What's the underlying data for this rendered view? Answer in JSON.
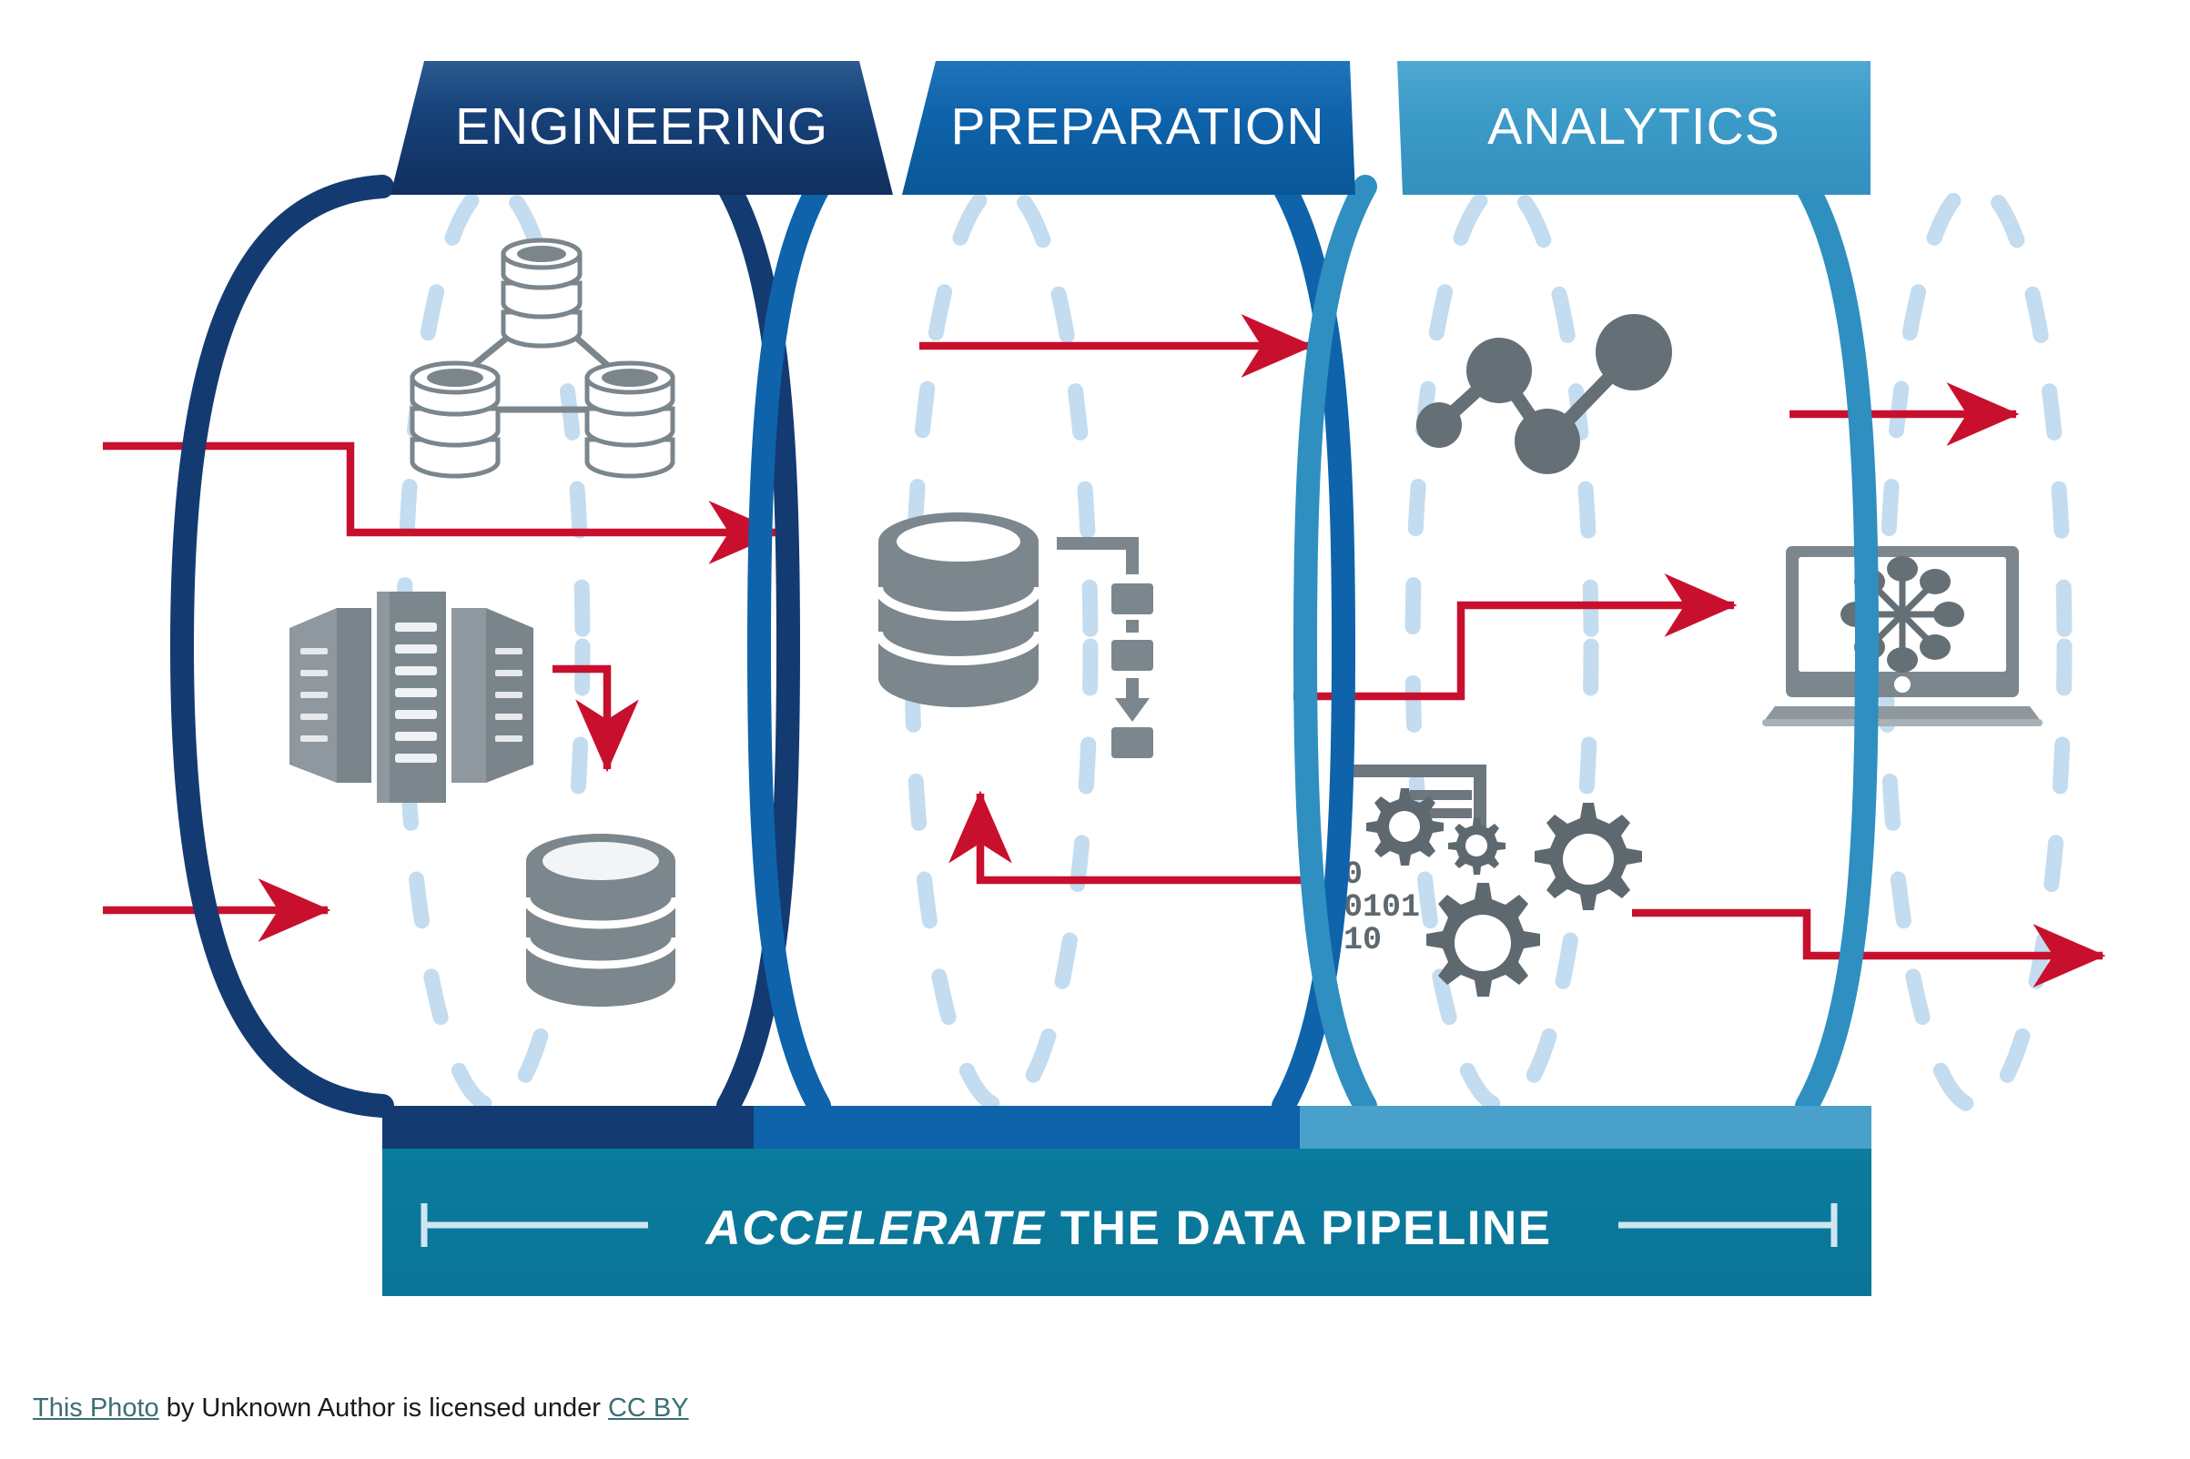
{
  "figure": {
    "title": "Accelerate the Data Pipeline",
    "banner_text_emphasis": "ACCELERATE",
    "banner_text_rest": " THE DATA PIPELINE"
  },
  "stages": [
    {
      "id": "engineering",
      "label": "ENGINEERING",
      "color": "#123f73",
      "cylinder_color": "#143a72",
      "icons": [
        {
          "name": "distributed-database-icon",
          "label": "Distributed databases"
        },
        {
          "name": "server-rack-icon",
          "label": "Server racks"
        },
        {
          "name": "database-cylinder-icon",
          "label": "Database"
        }
      ]
    },
    {
      "id": "preparation",
      "label": "PREPARATION",
      "color": "#0e63ab",
      "cylinder_color": "#0e63ab",
      "icons": [
        {
          "name": "database-workflow-icon",
          "label": "Database with processing workflow"
        }
      ]
    },
    {
      "id": "analytics",
      "label": "ANALYTICS",
      "color": "#3d9cc9",
      "cylinder_color": "#2e8fc0",
      "icons": [
        {
          "name": "network-graph-icon",
          "label": "Network graph"
        },
        {
          "name": "gears-binary-icon",
          "label": "Gears with binary code"
        },
        {
          "name": "laptop-network-icon",
          "label": "Laptop showing hub network"
        }
      ]
    }
  ],
  "colors": {
    "engineering": "#123f73",
    "preparation": "#0e63ab",
    "analytics": "#3d9cc9",
    "banner": "#0b7a9b",
    "arrow_red": "#c8102e",
    "icon_gray": "#6f7b82",
    "dashed_blue": "#bcd8ee",
    "link_teal": "#3c6e74"
  },
  "flow_arrows": [
    {
      "name": "arrow-input-top",
      "desc": "external input entering engineering, steps down then exits right into preparation"
    },
    {
      "name": "arrow-input-bottom",
      "desc": "external input entering engineering at lower level"
    },
    {
      "name": "arrow-engineering-to-storage",
      "desc": "downward arrow from rack row into database"
    },
    {
      "name": "arrow-preparation-to-analytics",
      "desc": "horizontal arrow crossing into analytics"
    },
    {
      "name": "arrow-analytics-up",
      "desc": "upward arrow feeding preparation stage"
    },
    {
      "name": "arrow-analytics-to-laptop",
      "desc": "stepped arrow into laptop visualization"
    },
    {
      "name": "arrow-output-top",
      "desc": "output arrow exiting right"
    },
    {
      "name": "arrow-output-bottom",
      "desc": "stepped output arrow exiting right"
    }
  ],
  "footer": {
    "link_1": "This Photo",
    "middle": " by Unknown Author is licensed under ",
    "link_2": "CC BY"
  }
}
